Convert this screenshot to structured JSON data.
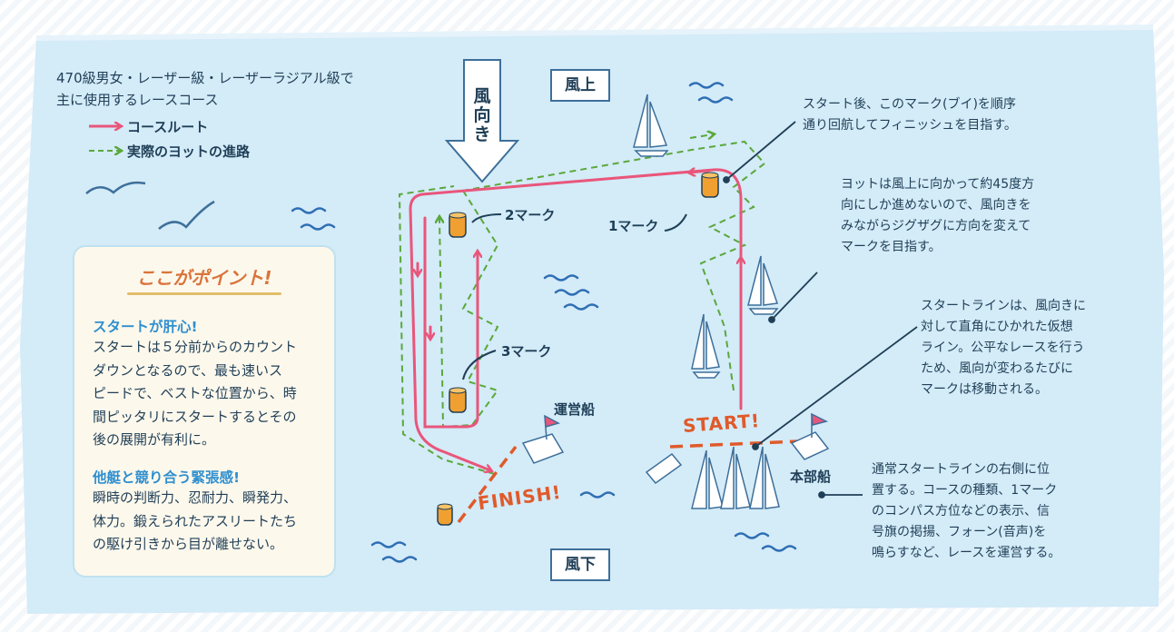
{
  "intro": {
    "line1": "470級男女・レーザー級・レーザーラジアル級で",
    "line2": "主に使用するレースコース"
  },
  "legend": {
    "course_route": "コースルート",
    "actual_path": "実際のヨットの進路"
  },
  "point_card": {
    "title": "ここがポイント!",
    "section1_heading": "スタートが肝心!",
    "section1_lines": [
      "スタートは５分前からのカウント",
      "ダウンとなるので、最も速いス",
      "ピードで、ベストな位置から、時",
      "間ピッタリにスタートするとその",
      "後の展開が有利に。"
    ],
    "section2_heading": "他艇と競り合う緊張感!",
    "section2_lines": [
      "瞬時の判断力、忍耐力、瞬発力、",
      "体力。鍛えられたアスリートたち",
      "の駆け引きから目が離せない。"
    ]
  },
  "wind": {
    "label_chars": [
      "風",
      "向",
      "き"
    ],
    "upwind": "風上",
    "downwind": "風下"
  },
  "marks": {
    "mark1": "1マーク",
    "mark2": "2マーク",
    "mark3": "3マーク"
  },
  "boats": {
    "committee_boat_small": "運営船",
    "committee_boat_main": "本部船"
  },
  "course_text": {
    "start": "START!",
    "finish": "FINISH!"
  },
  "notes": {
    "mark_note": [
      "スタート後、このマーク(ブイ)を順序",
      "通り回航してフィニッシュを目指す。"
    ],
    "zigzag_note": [
      "ヨットは風上に向かって約45度方",
      "向にしか進めないので、風向きを",
      "みながらジグザグに方向を変えて",
      "マークを目指す。"
    ],
    "startline_note": [
      "スタートラインは、風向きに",
      "対して直角にひかれた仮想",
      "ライン。公平なレースを行う",
      "ため、風向が変わるたびに",
      "マークは移動される。"
    ],
    "hq_note": [
      "通常スタートラインの右側に位",
      "置する。コースの種類、1マーク",
      "のコンパス方位などの表示、信",
      "号旗の掲揚、フォーン(音声)を",
      "鳴らすなど、レースを運営する。"
    ]
  },
  "colors": {
    "sea": "#d4ebf8",
    "course_route": "#e9567b",
    "actual_path": "#5aa83a",
    "start_line": "#e05a2a",
    "buoy": "#f0a030",
    "text": "#1f3f57",
    "accent_blue": "#2f8fcf",
    "card_title": "#d9743c"
  }
}
